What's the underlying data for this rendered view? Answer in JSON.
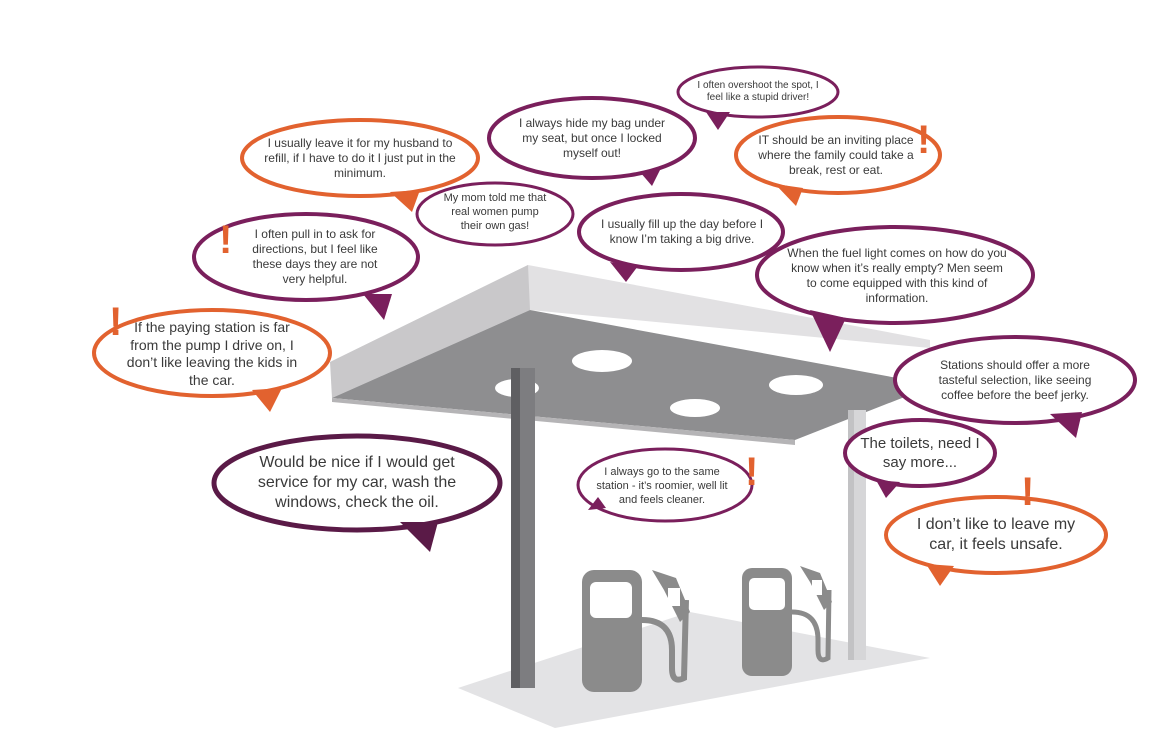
{
  "colors": {
    "orange": "#e2622f",
    "purple": "#7a1f5c",
    "canopy_top": "#d9d8da",
    "canopy_side": "#bdbcbe",
    "canopy_under": "#8a8a8c",
    "pump": "#8b8b8b",
    "ground": "#e3e3e5",
    "exclaim": "#e2622f"
  },
  "icons": {
    "exclamation": "!"
  },
  "bubbles": [
    {
      "id": "husband",
      "text": "I usually leave it for my husband to refill, if I have to do it I just put in the minimum.",
      "color": "orange",
      "exclaim": false
    },
    {
      "id": "bag",
      "text": "I always hide my bag under my seat, but once I locked myself out!",
      "color": "purple",
      "exclaim": false
    },
    {
      "id": "overshoot",
      "text": "I often overshoot the spot, I feel like a stupid driver!",
      "color": "purple",
      "exclaim": false
    },
    {
      "id": "inviting",
      "text": "IT should be an inviting place where the family could take a break, rest or eat.",
      "color": "orange",
      "exclaim": true
    },
    {
      "id": "mom",
      "text": "My mom told me that real women pump their own gas!",
      "color": "purple",
      "exclaim": false
    },
    {
      "id": "fillup",
      "text": "I usually fill up the day before I know I’m taking a big drive.",
      "color": "purple",
      "exclaim": false
    },
    {
      "id": "directions",
      "text": "I often pull in to ask for directions, but I feel like these days they are not very helpful.",
      "color": "purple",
      "exclaim": true
    },
    {
      "id": "fuel",
      "text": "When the fuel light comes on how do you know when it’s really empty? Men seem to come equipped with this kind of information.",
      "color": "purple",
      "exclaim": false
    },
    {
      "id": "kids",
      "text": "If the paying station is far from the pump I drive on, I don’t like leaving the kids in the car.",
      "color": "orange",
      "exclaim": true
    },
    {
      "id": "stations",
      "text": "Stations should offer a more tasteful selection, like seeing coffee before the beef jerky.",
      "color": "purple",
      "exclaim": false
    },
    {
      "id": "service",
      "text": "Would be nice if I would get service for my car, wash the windows, check the oil.",
      "color": "purple",
      "exclaim": false
    },
    {
      "id": "same",
      "text": "I always go to the same station - it’s roomier, well lit and feels cleaner.",
      "color": "purple",
      "exclaim": true
    },
    {
      "id": "toilets",
      "text": "The toilets, need I say more...",
      "color": "purple",
      "exclaim": false
    },
    {
      "id": "unsafe",
      "text": "I don’t like to leave my car, it feels unsafe.",
      "color": "orange",
      "exclaim": true
    }
  ]
}
